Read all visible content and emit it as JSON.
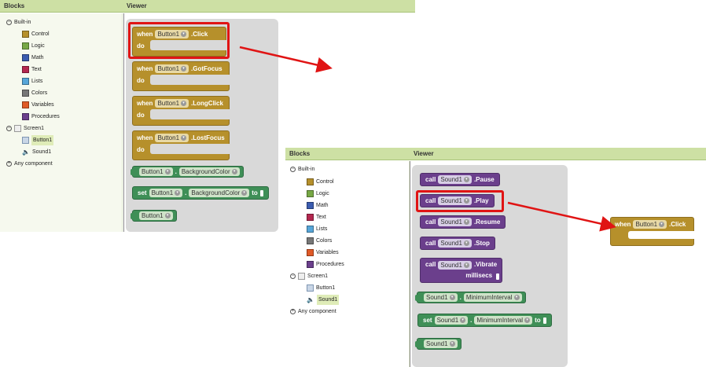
{
  "colors": {
    "header_bg": "#cde0a4",
    "event_block": "#b6902b",
    "component_block": "#3f8f57",
    "call_block": "#6b3f8c",
    "highlight": "#e01414"
  },
  "left_panel": {
    "blocks_header": "Blocks",
    "viewer_header": "Viewer",
    "tree": {
      "built_in": "Built-in",
      "items": [
        "Control",
        "Logic",
        "Math",
        "Text",
        "Lists",
        "Colors",
        "Variables",
        "Procedures"
      ],
      "screen": "Screen1",
      "components": [
        "Button1",
        "Sound1"
      ],
      "any_component": "Any component"
    },
    "blocks": {
      "when": "when",
      "do": "do",
      "component": "Button1",
      "events": [
        ".Click",
        ".GotFocus",
        ".LongClick",
        ".LostFocus"
      ],
      "property": "BackgroundColor",
      "set": "set",
      "to": "to"
    }
  },
  "right_panel": {
    "blocks_header": "Blocks",
    "viewer_header": "Viewer",
    "tree": {
      "built_in": "Built-in",
      "items": [
        "Control",
        "Logic",
        "Math",
        "Text",
        "Lists",
        "Colors",
        "Variables",
        "Procedures"
      ],
      "screen": "Screen1",
      "components": [
        "Button1",
        "Sound1"
      ],
      "any_component": "Any component"
    },
    "blocks": {
      "call": "call",
      "component": "Sound1",
      "methods": [
        ".Pause",
        ".Play",
        ".Resume",
        ".Stop",
        ".Vibrate"
      ],
      "millisecs": "millisecs",
      "property": "MinimumInterval",
      "set": "set",
      "to": "to"
    },
    "dropped_block": {
      "when": "when",
      "component": "Button1",
      "event": ".Click"
    }
  },
  "swatch_colors": [
    "#b6902b",
    "#77a845",
    "#3b5cb0",
    "#b3274f",
    "#57a6d9",
    "#777777",
    "#e05a27",
    "#6b3f8c"
  ]
}
